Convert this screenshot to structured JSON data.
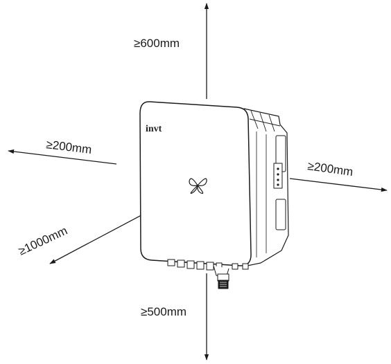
{
  "logo": {
    "text": "invt"
  },
  "clearances": {
    "top": "≥600mm",
    "left": "≥200mm",
    "right": "≥200mm",
    "front": "≥1000mm",
    "bottom": "≥500mm"
  },
  "colors": {
    "line": "#1a1a1a",
    "fill": "#ffffff"
  }
}
